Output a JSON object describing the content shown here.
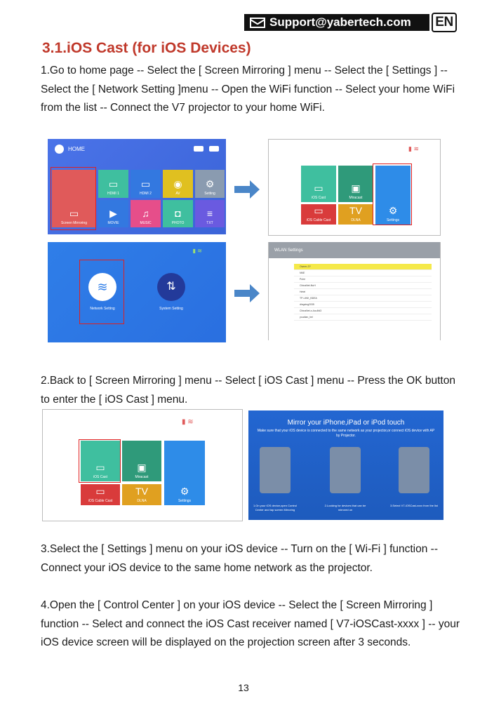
{
  "header": {
    "support": "Support@yabertech.com",
    "lang": "EN"
  },
  "title": "3.1.iOS Cast (for iOS Devices)",
  "step1": "1.Go to home page -- Select the [ Screen Mirroring ] menu -- Select the [ Settings ]  -- Select the [ Network Setting ]menu -- Open the WiFi function -- Select your home WiFi from the list -- Connect the V7 projector to your home WiFi.",
  "step2": "2.Back to [ Screen Mirroring ] menu -- Select [ iOS Cast ] menu -- Press the OK button to enter the [ iOS Cast ] menu.",
  "step3": "3.Select the [ Settings ] menu on your iOS device -- Turn on the [ Wi-Fi ] function -- Connect your iOS device to the same home network as the projector.",
  "step4": "4.Open the [ Control Center ] on your iOS device -- Select the [ Screen Mirroring ] function -- Select and connect the iOS Cast receiver named [ V7-iOSCast-xxxx ] -- your iOS device screen will be displayed on the projection screen after 3 seconds.",
  "page": "13",
  "home_screen": {
    "label": "HOME",
    "tiles": [
      "Screen Mirroring",
      "HDMI 1",
      "HDMI 2",
      "AV",
      "Setting",
      "MOVIE",
      "MUSIC",
      "PHOTO",
      "TXT"
    ]
  },
  "mirror_menu": {
    "tiles": [
      "iOS Cast",
      "Miracast",
      "Settings",
      "iOS Cable Cast",
      "DLNA"
    ]
  },
  "network_screen": {
    "tiles": [
      "Network Setting",
      "System Setting"
    ]
  },
  "wlan": {
    "title": "WLAN Settings",
    "rows": [
      "Owner-ZY",
      "NNE",
      "Puhe",
      "ChinaNet-NuH",
      "Hetel",
      "TP-LINK_BDEA",
      "dingxing2035",
      "ChinaNet-x-4cu4fd3",
      "youdian_hei"
    ]
  },
  "mirror_info": {
    "title": "Mirror your iPhone,iPad or iPod touch",
    "subtitle": "Make sure that your iOS device is connected to the same network as your projector,or connect iOS device with AP by Projector.",
    "captions": [
      "1.On your iOS device,open Control Center and tap screen Mirroring",
      "2.Looking for devices that can be mirrored on",
      "3.Select V7-iOSCast-xxxx from the list"
    ]
  },
  "colors": {
    "title": "#c0392b",
    "highlight": "#e02020",
    "arrow": "#4a86c8"
  }
}
